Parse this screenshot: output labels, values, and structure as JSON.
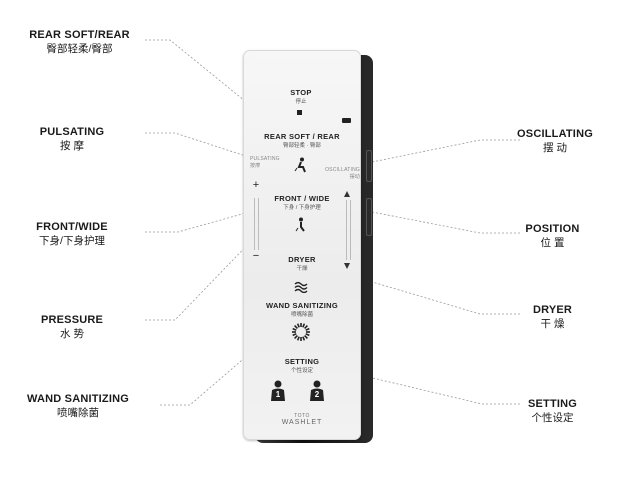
{
  "labels": {
    "rear": {
      "en": "REAR SOFT/REAR",
      "zh": "臀部轻柔/臀部"
    },
    "pulsating": {
      "en": "PULSATING",
      "zh": "按 摩"
    },
    "front": {
      "en": "FRONT/WIDE",
      "zh": "下身/下身护理"
    },
    "pressure": {
      "en": "PRESSURE",
      "zh": "水 势"
    },
    "wand": {
      "en": "WAND SANITIZING",
      "zh": "喷嘴除菌"
    },
    "oscillating": {
      "en": "OSCILLATING",
      "zh": "摆 动"
    },
    "position": {
      "en": "POSITION",
      "zh": "位 置"
    },
    "dryer": {
      "en": "DRYER",
      "zh": "干 燥"
    },
    "setting": {
      "en": "SETTING",
      "zh": "个性设定"
    }
  },
  "remote": {
    "stop": {
      "en": "STOP",
      "zh": "停止"
    },
    "rear": {
      "en": "REAR SOFT / REAR",
      "zh": "臀部轻柔 · 臀部"
    },
    "pulsating_small": {
      "en": "PULSATING",
      "zh": "按摩"
    },
    "oscillating_small": {
      "en": "OSCILLATING",
      "zh": "摆动"
    },
    "front": {
      "en": "FRONT / WIDE",
      "zh": "下身 / 下身护理"
    },
    "dryer": {
      "en": "DRYER",
      "zh": "干燥"
    },
    "wand": {
      "en": "WAND SANITIZING",
      "zh": "喷嘴除菌"
    },
    "setting": {
      "en": "SETTING",
      "zh": "个性设定"
    },
    "user1": "1",
    "user2": "2",
    "brand": "TOTO",
    "brand2": "WASHLET",
    "plus": "+",
    "minus": "−"
  },
  "colors": {
    "dark": "#222222",
    "line": "#9a9a9a"
  }
}
